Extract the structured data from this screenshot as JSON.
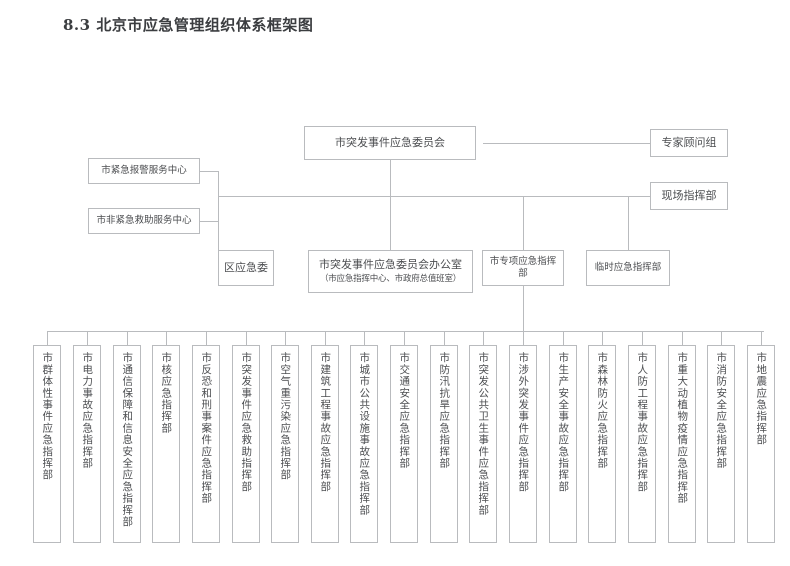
{
  "page": {
    "title": "8.3 北京市应急管理组织体系框架图",
    "line_color": "#b9bbbe",
    "box_border_color": "#b9bbbe",
    "text_color": "#4c4e51",
    "background": "#ffffff"
  },
  "chart_data": {
    "type": "diagram",
    "diagram_kind": "organization-chart",
    "title": "8.3 北京市应急管理组织体系框架图",
    "orientation": "top-down",
    "levels": 4
  },
  "nodes": {
    "top": {
      "label": "市突发事件应急委员会"
    },
    "right": [
      {
        "label": "专家顾问组"
      },
      {
        "label": "现场指挥部"
      }
    ],
    "left": [
      {
        "label": "市紧急报警服务中心"
      },
      {
        "label": "市非紧急救助服务中心"
      }
    ],
    "middle": [
      {
        "label": "区应急委",
        "sub": ""
      },
      {
        "label": "市突发事件应急委员会办公室",
        "sub": "（市应急指挥中心、市政府总值班室）"
      },
      {
        "label": "市专项应急指挥部",
        "sub": ""
      },
      {
        "label": "临时应急指挥部",
        "sub": ""
      }
    ],
    "bottom": [
      {
        "label": "市群体性事件应急指挥部"
      },
      {
        "label": "市电力事故应急指挥部"
      },
      {
        "label": "市通信保障和信息安全应急指挥部"
      },
      {
        "label": "市核应急指挥部"
      },
      {
        "label": "市反恐和刑事案件应急指挥部"
      },
      {
        "label": "市突发事件应急救助指挥部"
      },
      {
        "label": "市空气重污染应急指挥部"
      },
      {
        "label": "市建筑工程事故应急指挥部"
      },
      {
        "label": "市城市公共设施事故应急指挥部"
      },
      {
        "label": "市交通安全应急指挥部"
      },
      {
        "label": "市防汛抗旱应急指挥部"
      },
      {
        "label": "市突发公共卫生事件应急指挥部"
      },
      {
        "label": "市涉外突发事件应急指挥部"
      },
      {
        "label": "市生产安全事故应急指挥部"
      },
      {
        "label": "市森林防火应急指挥部"
      },
      {
        "label": "市人防工程事故应急指挥部"
      },
      {
        "label": "市重大动植物疫情应急指挥部"
      },
      {
        "label": "市消防安全应急指挥部"
      },
      {
        "label": "市地震应急指挥部"
      }
    ]
  }
}
